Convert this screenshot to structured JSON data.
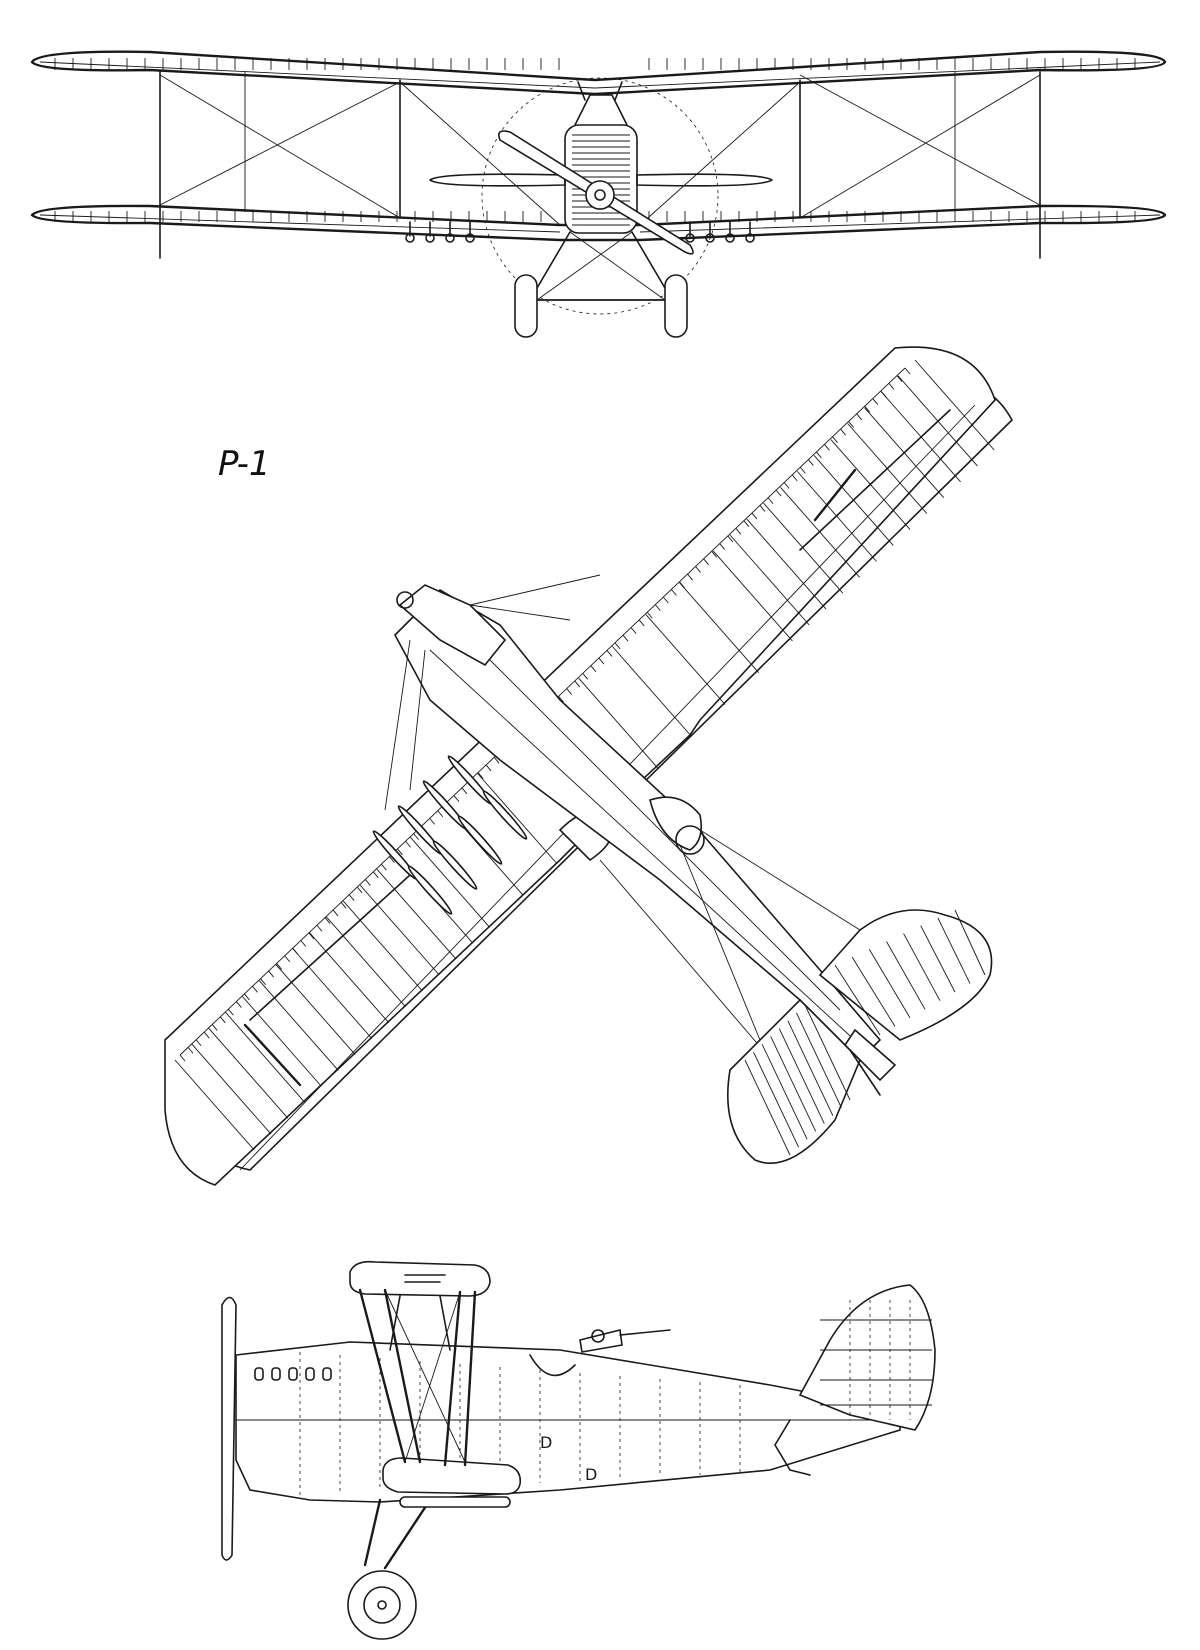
{
  "title": "P-1",
  "colors": {
    "ink": "#1a1a1a",
    "paper": "#ffffff"
  },
  "views": [
    "front-view",
    "top-view",
    "side-view"
  ]
}
